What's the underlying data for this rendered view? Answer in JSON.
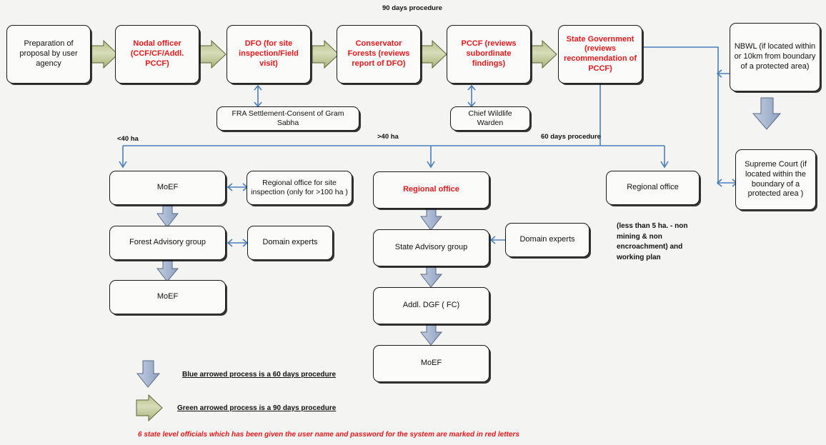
{
  "diagram": {
    "title_label": "90 days procedure",
    "top_row": [
      {
        "id": "prep",
        "text": "Preparation of proposal by user agency",
        "red": false
      },
      {
        "id": "nodal",
        "text": "Nodal officer (CCF/CF/Addl. PCCF)",
        "red": true
      },
      {
        "id": "dfo",
        "text": "DFO (for site inspection/Field visit)",
        "red": true
      },
      {
        "id": "conservator",
        "text": "Conservator Forests (reviews report of DFO)",
        "red": true
      },
      {
        "id": "pccf",
        "text": "PCCF (reviews subordinate findings)",
        "red": true
      },
      {
        "id": "state_gov",
        "text": "State Government (reviews recommendation of PCCF)",
        "red": true
      }
    ],
    "sub_boxes": [
      {
        "id": "fra",
        "text": "FRA Settlement-Consent of Gram Sabha"
      },
      {
        "id": "cwlw",
        "text": "Chief Wildlife Warden"
      }
    ],
    "right_column": [
      {
        "id": "nbwl",
        "text": "NBWL (if located within or 10km from boundary of a protected area)"
      },
      {
        "id": "supreme",
        "text": "Supreme Court  (if located within the boundary of a protected area )"
      }
    ],
    "branch_labels": [
      {
        "id": "lt40",
        "text": "<40 ha"
      },
      {
        "id": "gt40",
        "text": ">40 ha"
      },
      {
        "id": "sixty",
        "text": "60 days procedure"
      }
    ],
    "left_branch": [
      {
        "id": "moef1",
        "text": "MoEF",
        "red": false
      },
      {
        "id": "regional_site",
        "text": "Regional office for site inspection (only for >100 ha )",
        "red": false
      },
      {
        "id": "fag",
        "text": "Forest Advisory group",
        "red": false
      },
      {
        "id": "domain1",
        "text": "Domain experts",
        "red": false
      },
      {
        "id": "moef2",
        "text": "MoEF",
        "red": false
      }
    ],
    "middle_branch": [
      {
        "id": "regional_red",
        "text": "Regional office",
        "red": true
      },
      {
        "id": "sag",
        "text": "State Advisory group",
        "red": false
      },
      {
        "id": "domain2",
        "text": "Domain experts",
        "red": false
      },
      {
        "id": "addl_dgf",
        "text": "Addl. DGF ( FC)",
        "red": false
      },
      {
        "id": "moef3",
        "text": "MoEF",
        "red": false
      }
    ],
    "right_branch": [
      {
        "id": "regional3",
        "text": "Regional office",
        "red": false
      }
    ],
    "right_note": "(less than 5 ha. - non mining & non encroachment) and working plan",
    "legend": [
      {
        "id": "blue",
        "icon": "blue-down-arrow",
        "text": "Blue arrowed process is a 60 days procedure"
      },
      {
        "id": "green",
        "icon": "green-right-arrow",
        "text": "Green arrowed process is a 90 days procedure"
      }
    ],
    "footer_note": "6 state level officials  which has been given the user name and password for the system are marked in red letters",
    "colors": {
      "connector_blue": "#4a7ebb",
      "red_text": "#e8171a",
      "green_arrow": "#b5bd83",
      "blue_arrow": "#9aadc9",
      "box_bg": "#fbfbfa"
    }
  }
}
